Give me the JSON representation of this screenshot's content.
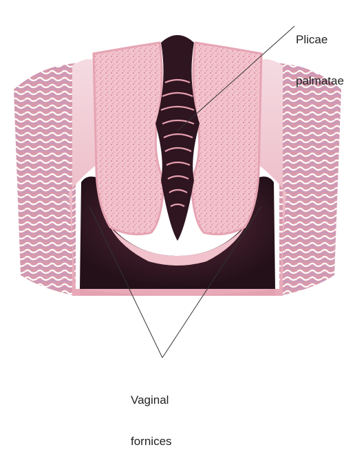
{
  "labels": {
    "plicae": [
      "Plicae",
      "palmatae"
    ],
    "fornices": [
      "Vaginal",
      "fornices"
    ]
  },
  "colors": {
    "background": "#ffffff",
    "tissue_pink": "#e9a7b7",
    "tissue_light": "#f6dde3",
    "stroma": "#f3c7cf",
    "dark_lumen": "#3a1a26",
    "vessel_blue": "#b7a2c9",
    "leader_line": "#333333"
  }
}
